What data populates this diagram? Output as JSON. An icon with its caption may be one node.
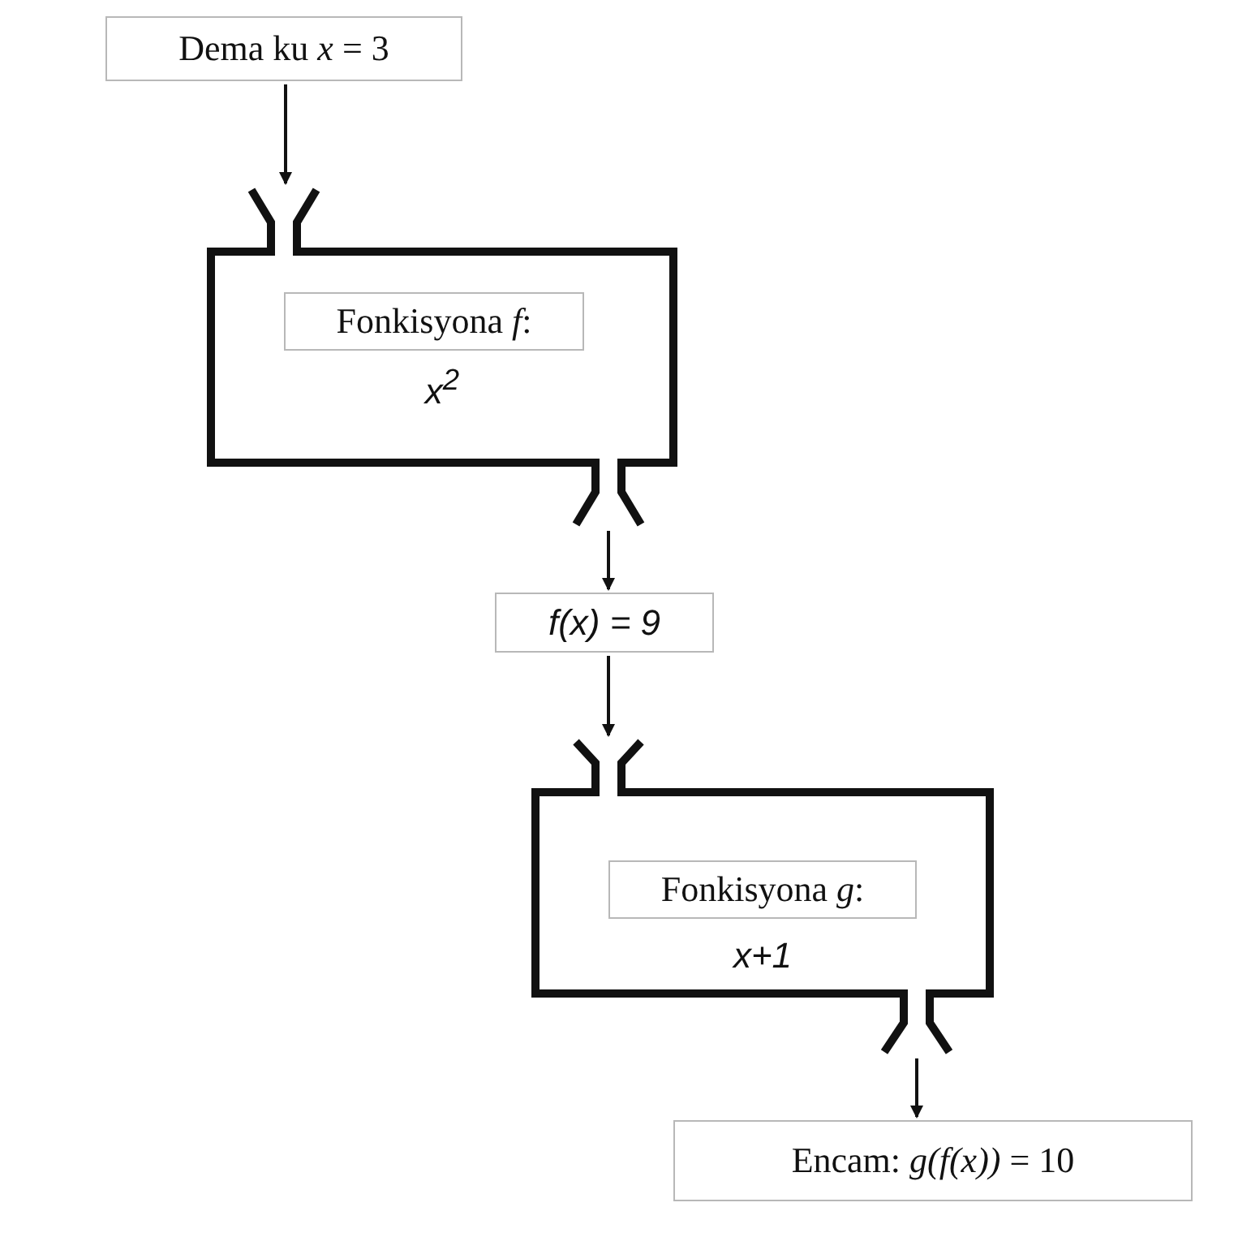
{
  "diagram": {
    "nodes": [
      {
        "text": [
          "Dema ku *x* = 3"
        ]
      },
      {
        "text": [
          "Fonkisyona *f*:",
          "x$^{2}$"
        ]
      },
      {
        "text": [
          "f(x) = 9"
        ]
      },
      {
        "text": [
          "Fonkisyona *g*:",
          "x+1"
        ]
      },
      {
        "text": [
          "Encam: *g(f(x))* = 10"
        ]
      }
    ],
    "edges": [
      {
        "from": 0,
        "to": 1,
        "arrow": "to"
      },
      {
        "from": 1,
        "to": 2,
        "arrow": "to"
      },
      {
        "from": 2,
        "to": 3,
        "arrow": "to"
      },
      {
        "from": 3,
        "to": 4,
        "arrow": "to"
      }
    ]
  }
}
